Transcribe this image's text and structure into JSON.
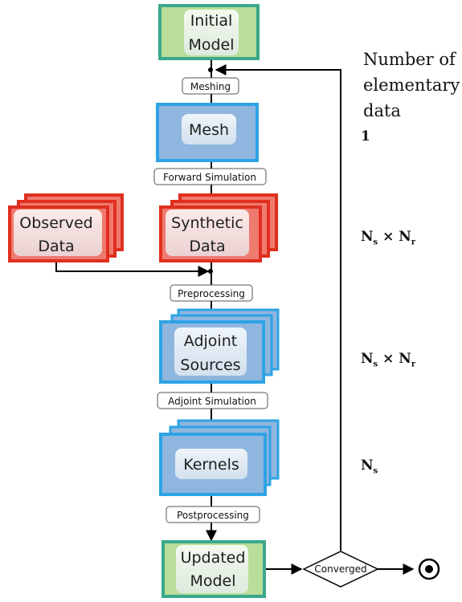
{
  "diagram": {
    "boxes": {
      "initial_model": [
        "Initial",
        "Model"
      ],
      "mesh": [
        "Mesh"
      ],
      "observed_data": [
        "Observed",
        "Data"
      ],
      "synthetic_data": [
        "Synthetic",
        "Data"
      ],
      "adjoint_sources": [
        "Adjoint",
        "Sources"
      ],
      "kernels": [
        "Kernels"
      ],
      "updated_model": [
        "Updated",
        "Model"
      ]
    },
    "steps": {
      "meshing": "Meshing",
      "forward_simulation": "Forward Simulation",
      "preprocessing": "Preprocessing",
      "adjoint_simulation": "Adjoint Simulation",
      "postprocessing": "Postprocessing"
    },
    "decision": "Converged"
  },
  "counts": {
    "header": [
      "Number of",
      "elementary",
      "data"
    ],
    "mesh": "1",
    "synthetic": {
      "a": "N",
      "a_sub": "s",
      "op": "×",
      "b": "N",
      "b_sub": "r"
    },
    "adjoint": {
      "a": "N",
      "a_sub": "s",
      "op": "×",
      "b": "N",
      "b_sub": "r"
    },
    "kernels": {
      "a": "N",
      "a_sub": "s"
    }
  },
  "colors": {
    "green_fill": "#b9dd9a",
    "green_stroke": "#3aa88c",
    "blue_fill": "#8fb6de",
    "blue_stroke": "#2ea3e6",
    "red_fill": "#ef7a6e",
    "red_stroke": "#e02f1f"
  }
}
